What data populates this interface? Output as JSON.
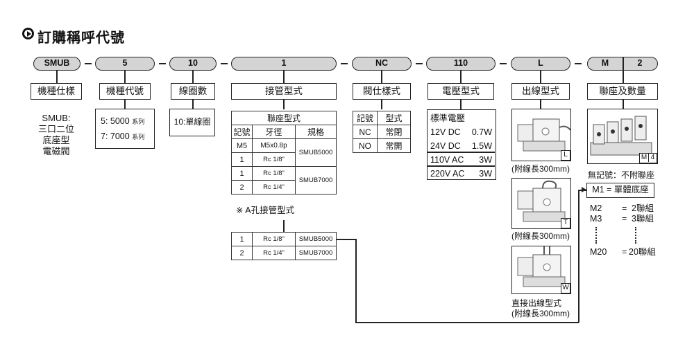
{
  "title": "訂購稱呼代號",
  "code_segments": [
    {
      "label": "SMUB"
    },
    {
      "label": "5"
    },
    {
      "label": "10"
    },
    {
      "label": "1"
    },
    {
      "label": "NC"
    },
    {
      "label": "110"
    },
    {
      "label": "L"
    },
    {
      "label": "M"
    },
    {
      "label": "2"
    }
  ],
  "categories": [
    "機種仕樣",
    "機種代號",
    "線圈數",
    "接管型式",
    "閥仕樣式",
    "電壓型式",
    "出線型式",
    "聯座及數量"
  ],
  "model_desc": [
    "SMUB:",
    "三口二位",
    "底座型",
    "電磁閥"
  ],
  "model_codes": [
    {
      "code": "5: 5000",
      "series": "系列"
    },
    {
      "code": "7: 7000",
      "series": "系列"
    }
  ],
  "coil": "10:單線圈",
  "piping": {
    "header": "聯座型式",
    "columns": [
      "記號",
      "牙徑",
      "規格"
    ],
    "rows": [
      {
        "code": "M5",
        "thread": "M5x0.8p"
      },
      {
        "code": "1",
        "thread": "Rc 1/8\""
      },
      {
        "code": "1",
        "thread": "Rc 1/8\""
      },
      {
        "code": "2",
        "thread": "Rc 1/4\""
      }
    ],
    "specs": [
      "SMUB5000",
      "SMUB7000"
    ],
    "a_port_title": "※ A孔接管型式",
    "a_port_rows": [
      {
        "code": "1",
        "thread": "Rc 1/8\"",
        "spec": "SMUB5000"
      },
      {
        "code": "2",
        "thread": "Rc 1/4\"",
        "spec": "SMUB7000"
      }
    ]
  },
  "valve": {
    "columns": [
      "記號",
      "型式"
    ],
    "rows": [
      {
        "code": "NC",
        "type": "常閉"
      },
      {
        "code": "NO",
        "type": "常開"
      }
    ]
  },
  "voltage": {
    "header": "標準電壓",
    "rows": [
      {
        "v": "12V DC",
        "w": "0.7W"
      },
      {
        "v": "24V DC",
        "w": "1.5W"
      },
      {
        "v": "110V AC",
        "w": "3W"
      },
      {
        "v": "220V AC",
        "w": "3W"
      }
    ]
  },
  "wiring": [
    {
      "tag": "L",
      "caption": "(附線長300mm)"
    },
    {
      "tag": "T",
      "caption": "(附線長300mm)"
    },
    {
      "tag": "W",
      "caption_line1": "直接出線型式",
      "caption": "(附線長300mm)"
    }
  ],
  "manifold": {
    "tag": "M",
    "tag_num": "4",
    "no_mark": "無記號：不附聯座",
    "m1": "M1 = 單體底座",
    "rows": [
      {
        "code": "M2",
        "eq": "=",
        "val": "2聯組"
      },
      {
        "code": "M3",
        "eq": "=",
        "val": "3聯組"
      },
      {
        "code": "M20",
        "eq": "=",
        "val": "20聯組"
      }
    ]
  }
}
